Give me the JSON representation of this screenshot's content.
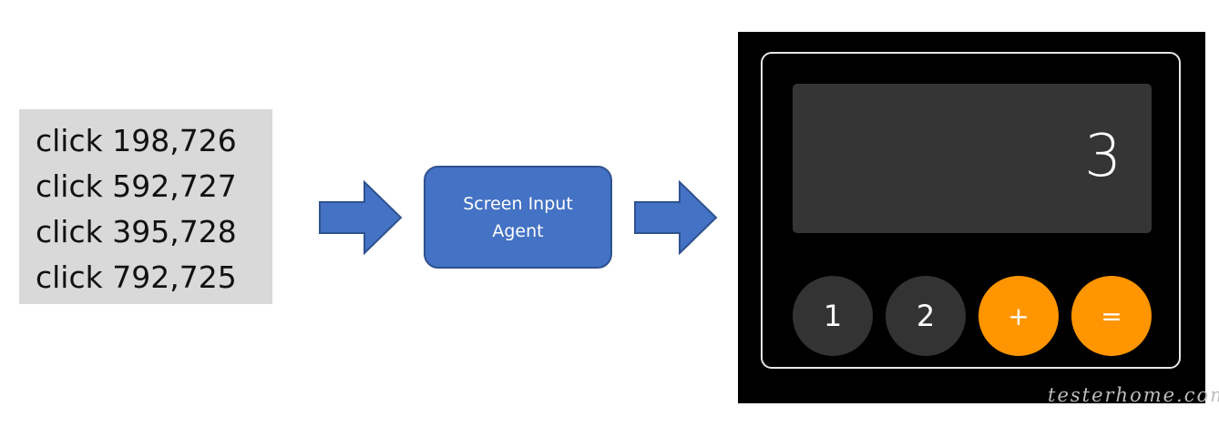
{
  "commands": [
    "click 198,726",
    "click 592,727",
    "click 395,728",
    "click 792,725"
  ],
  "agent": {
    "label_line1": "Screen Input",
    "label_line2": "Agent"
  },
  "calculator": {
    "display_value": "3",
    "buttons": [
      "1",
      "2",
      "+",
      "="
    ]
  },
  "watermark": "testerhome.com",
  "colors": {
    "command_box_bg": "#d9d9d9",
    "arrow_fill": "#4472c4",
    "arrow_stroke": "#2f528f",
    "agent_fill": "#4472c4",
    "calc_bg": "#000000",
    "display_bg": "#353535",
    "number_button": "#333333",
    "operator_button": "#ff9500"
  }
}
